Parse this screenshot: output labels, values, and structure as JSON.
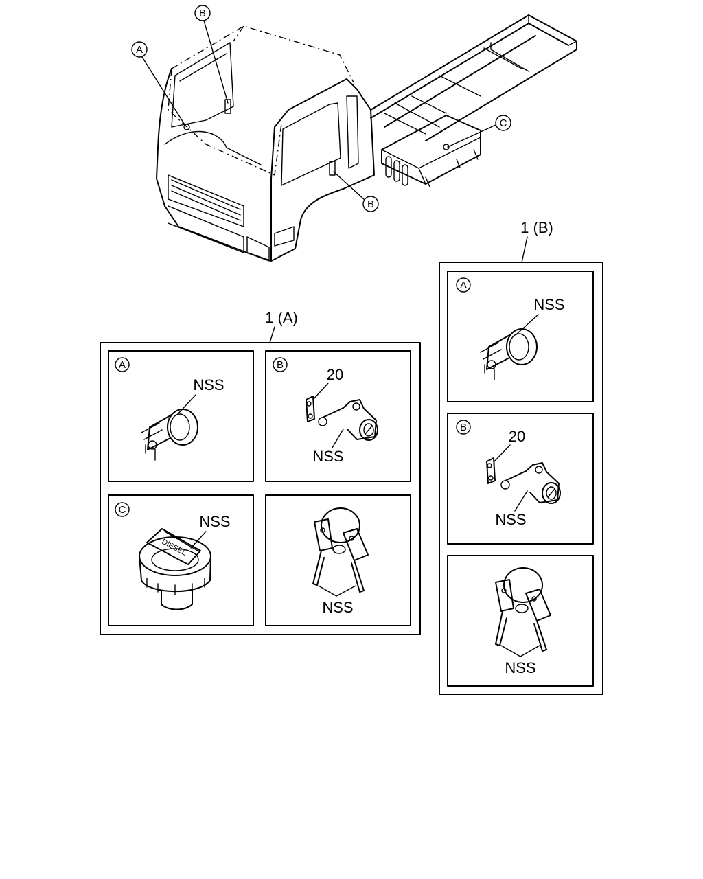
{
  "truck_callouts": {
    "a": "A",
    "b_top": "B",
    "b_door": "B",
    "c": "C"
  },
  "group_a": {
    "title": "1 (A)",
    "panel_a": {
      "letter": "A",
      "label": "NSS"
    },
    "panel_b": {
      "letter": "B",
      "part_no": "20",
      "label": "NSS"
    },
    "panel_c": {
      "letter": "C",
      "label": "NSS",
      "cap_text": "DIESEL"
    },
    "panel_keys": {
      "label": "NSS"
    }
  },
  "group_b": {
    "title": "1 (B)",
    "panel_a": {
      "letter": "A",
      "label": "NSS"
    },
    "panel_b": {
      "letter": "B",
      "part_no": "20",
      "label": "NSS"
    },
    "panel_keys": {
      "label": "NSS"
    }
  }
}
